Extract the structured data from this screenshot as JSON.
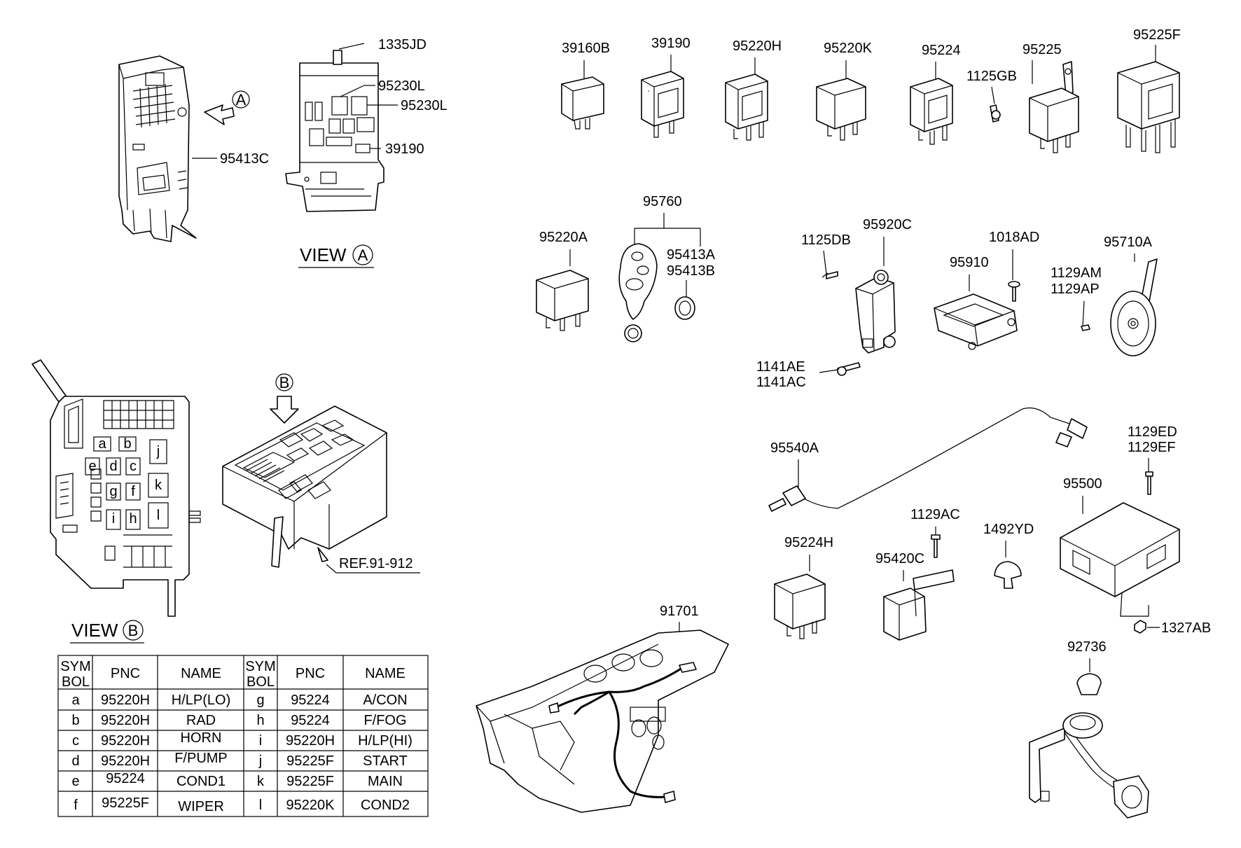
{
  "callouts": {
    "p1335JD": "1335JD",
    "p95230L_1": "95230L",
    "p95230L_2": "95230L",
    "p39190_view": "39190",
    "p95413C": "95413C",
    "view_a_word": "VIEW",
    "view_a_letter": "A",
    "arrow_a_letter": "A",
    "p39160B": "39160B",
    "p39190": "39190",
    "p95220H": "95220H",
    "p95220K": "95220K",
    "p95224": "95224",
    "p1125GB": "1125GB",
    "p95225": "95225",
    "p95225F": "95225F",
    "p95760": "95760",
    "p95220A": "95220A",
    "p95413A": "95413A",
    "p95413B": "95413B",
    "p1125DB": "1125DB",
    "p95920C": "95920C",
    "p1018AD": "1018AD",
    "p95910": "95910",
    "p95710A": "95710A",
    "p1129AM": "1129AM",
    "p1129AP": "1129AP",
    "p1141AE": "1141AE",
    "p1141AC": "1141AC",
    "arrow_b_letter": "B",
    "ref": "REF.91-912",
    "view_b_word": "VIEW",
    "view_b_letter": "B",
    "p95540A": "95540A",
    "p1129ED": "1129ED",
    "p1129EF": "1129EF",
    "p95500": "95500",
    "p1129AC": "1129AC",
    "p1492YD": "1492YD",
    "p95224H": "95224H",
    "p95420C": "95420C",
    "p1327AB": "1327AB",
    "p91701": "91701",
    "p92736": "92736"
  },
  "fuse_box_slots": [
    "a",
    "b",
    "j",
    "e",
    "d",
    "c",
    "g",
    "f",
    "k",
    "i",
    "h",
    "l"
  ],
  "relay_table": {
    "headers": {
      "symbol_line1": "SYM",
      "symbol_line2": "BOL",
      "pnc": "PNC",
      "name": "NAME"
    },
    "rows": [
      {
        "s1": "a",
        "p1": "95220H",
        "n1": "H/LP(LO)",
        "s2": "g",
        "p2": "95224",
        "n2": "A/CON"
      },
      {
        "s1": "b",
        "p1": "95220H",
        "n1": "RAD",
        "s2": "h",
        "p2": "95224",
        "n2": "F/FOG"
      },
      {
        "s1": "c",
        "p1": "95220H",
        "n1": "HORN",
        "s2": "i",
        "p2": "95220H",
        "n2": "H/LP(HI)"
      },
      {
        "s1": "d",
        "p1": "95220H",
        "n1": "F/PUMP",
        "s2": "j",
        "p2": "95225F",
        "n2": "START"
      },
      {
        "s1": "e",
        "p1": "95224",
        "n1": "COND1",
        "s2": "k",
        "p2": "95225F",
        "n2": "MAIN"
      },
      {
        "s1": "f",
        "p1": "95225F",
        "n1": "WIPER",
        "s2": "l",
        "p2": "95220K",
        "n2": "COND2"
      }
    ]
  }
}
